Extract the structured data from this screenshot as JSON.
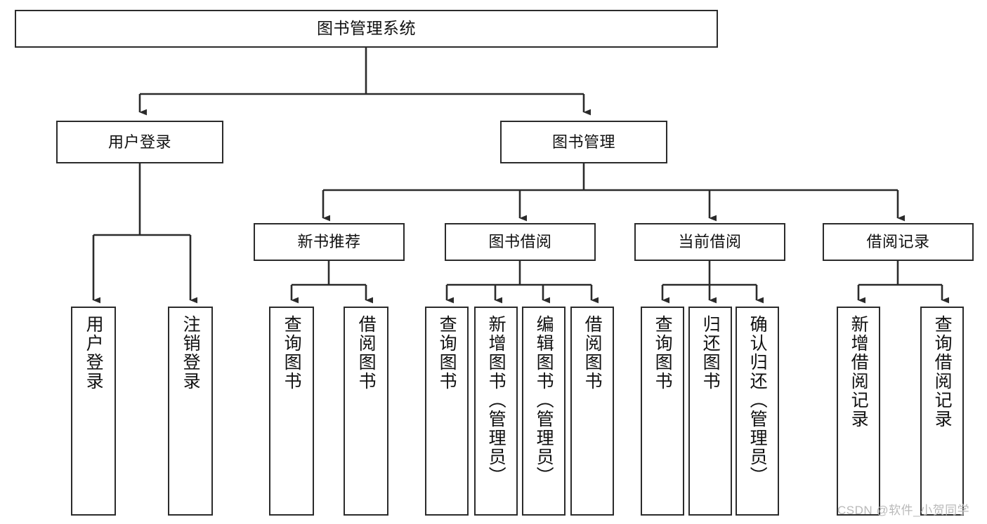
{
  "diagram": {
    "title": "图书管理系统",
    "type": "tree-hierarchy-chart",
    "colors": {
      "stroke": "#2b2b2b",
      "fill": "#ffffff",
      "text": "#111111",
      "watermark": "#b9b9b9"
    },
    "root": {
      "label": "图书管理系统"
    },
    "level1": [
      {
        "label": "用户登录"
      },
      {
        "label": "图书管理"
      }
    ],
    "level2": [
      {
        "label": "新书推荐"
      },
      {
        "label": "图书借阅"
      },
      {
        "label": "当前借阅"
      },
      {
        "label": "借阅记录"
      }
    ],
    "leaves": {
      "user_login": [
        {
          "label": "用户登录"
        },
        {
          "label": "注销登录"
        }
      ],
      "new_book_recommend": [
        {
          "label": "查询图书"
        },
        {
          "label": "借阅图书"
        }
      ],
      "book_borrow": [
        {
          "label": "查询图书"
        },
        {
          "label": "新增图书（管理员）"
        },
        {
          "label": "编辑图书（管理员）"
        },
        {
          "label": "借阅图书"
        }
      ],
      "current_borrow": [
        {
          "label": "查询图书"
        },
        {
          "label": "归还图书"
        },
        {
          "label": "确认归还（管理员）"
        }
      ],
      "borrow_record": [
        {
          "label": "新增借阅记录"
        },
        {
          "label": "查询借阅记录"
        }
      ]
    },
    "watermark": "CSDN @软件_小贺同学"
  }
}
